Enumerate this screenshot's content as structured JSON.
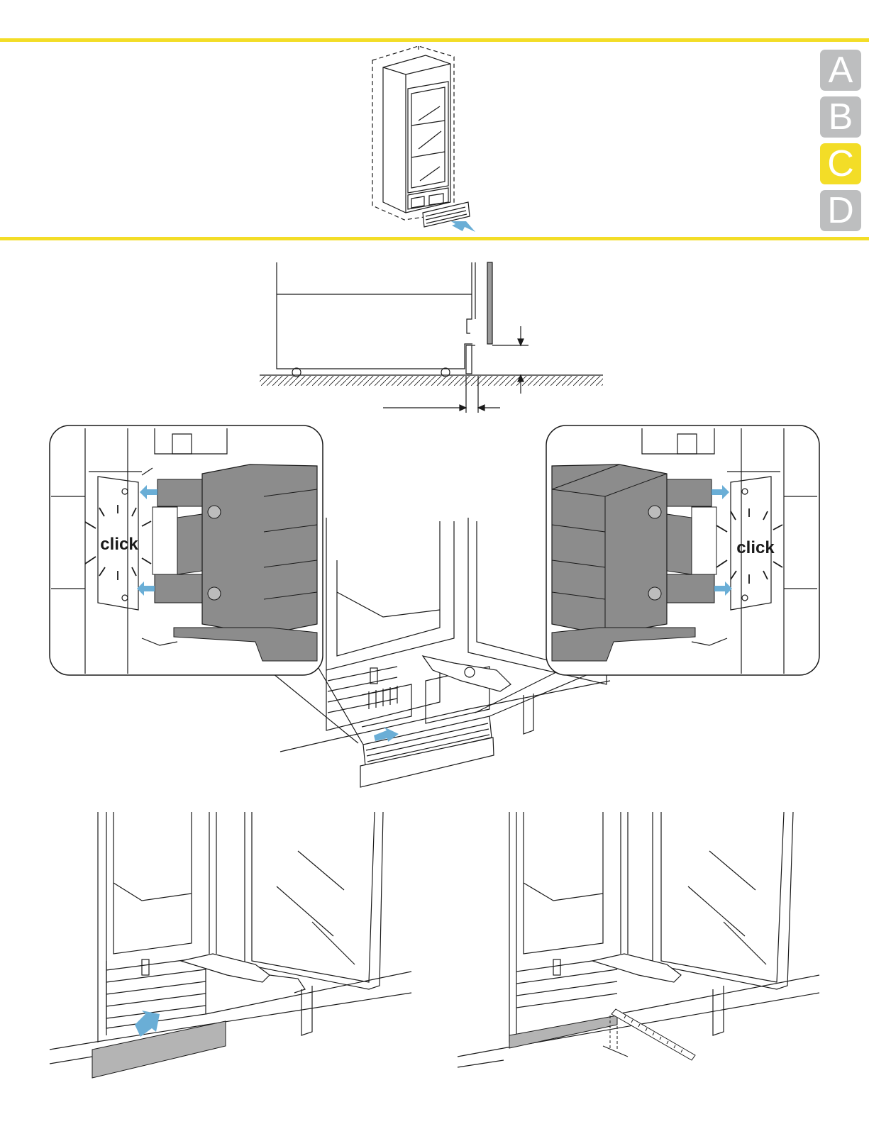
{
  "header": {
    "accent_color": "#f3dd27",
    "sections": [
      {
        "label": "A",
        "active": false
      },
      {
        "label": "B",
        "active": false
      },
      {
        "label": "C",
        "active": true
      },
      {
        "label": "D",
        "active": false
      }
    ]
  },
  "callouts": {
    "left_sound": "click",
    "right_sound": "click"
  },
  "colors": {
    "arrow": "#6aaed6",
    "part_gray": "#8c8c8c",
    "kickplate_gray": "#b4b4b4",
    "line": "#1a1a1a"
  },
  "icons": [
    "arrow-icon",
    "tape-measure-icon",
    "dimension-arrow-icon"
  ]
}
